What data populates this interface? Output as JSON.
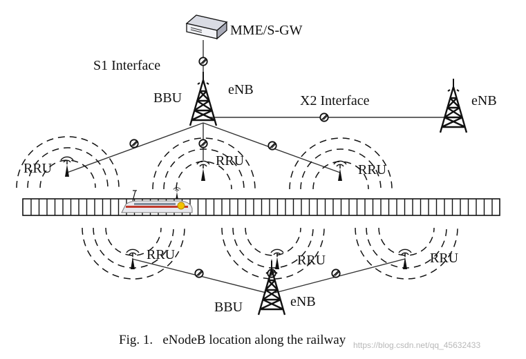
{
  "labels": {
    "mme": "MME/S-GW",
    "s1": "S1 Interface",
    "bbu_top": "BBU",
    "enb_top": "eNB",
    "x2": "X2 Interface",
    "enb_right": "eNB",
    "rru_a": "RRU",
    "rru_b": "RRU",
    "rru_c": "RRU",
    "rru_d": "RRU",
    "rru_e": "RRU",
    "rru_f": "RRU",
    "bbu_bottom": "BBU",
    "enb_bottom": "eNB"
  },
  "caption": "Fig. 1.   eNodeB location along the railway",
  "watermark": "https://blog.csdn.net/qq_45632433",
  "icons": [
    "server-icon",
    "tower-icon",
    "antenna-icon",
    "train-icon",
    "interface-node-icon"
  ]
}
